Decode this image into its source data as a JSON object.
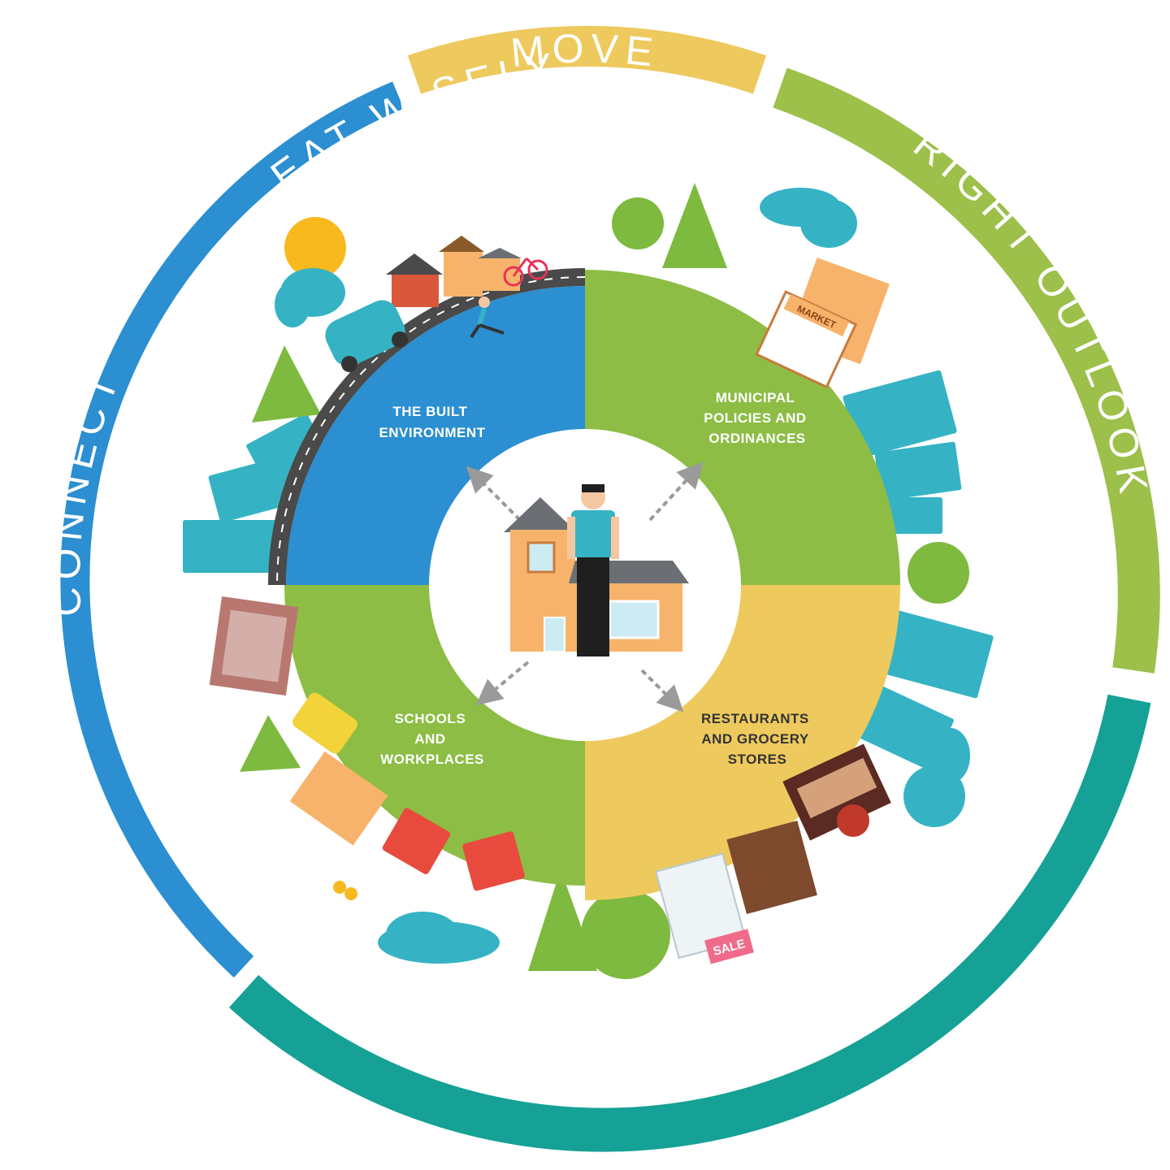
{
  "outer_ring": {
    "move": {
      "label": "MOVE",
      "color": "#eec95d"
    },
    "right_outlook": {
      "label": "RIGHT OUTLOOK",
      "color": "#9cc04a"
    },
    "eat_wisely": {
      "label": "EAT WISELY",
      "color": "#15a196"
    },
    "connect": {
      "label": "CONNECT",
      "color": "#2b8fd1"
    }
  },
  "quadrants": {
    "built_environment": {
      "lines": [
        "THE BUILT",
        "ENVIRONMENT"
      ],
      "color": "#2b8fd1",
      "text_color": "#ffffff"
    },
    "municipal_policies": {
      "lines": [
        "MUNICIPAL",
        "POLICIES AND",
        "ORDINANCES"
      ],
      "color": "#8dbd45",
      "text_color": "#ffffff"
    },
    "schools_workplaces": {
      "lines": [
        "SCHOOLS",
        "AND",
        "WORKPLACES"
      ],
      "color": "#8dbd45",
      "text_color": "#ffffff"
    },
    "restaurants_grocery": {
      "lines": [
        "RESTAURANTS",
        "AND GROCERY",
        "STORES"
      ],
      "color": "#eec95d",
      "text_color": "#333333"
    }
  },
  "signs": {
    "market": "MARKET",
    "sale": "SALE"
  },
  "icons": [
    "sun-icon",
    "cloud-icon",
    "tree-icon",
    "apartment-building-icon",
    "house-icon",
    "car-icon",
    "road-icon",
    "cyclist-icon",
    "runner-icon",
    "market-building-icon",
    "school-building-icon",
    "restaurant-icon",
    "person-icon",
    "arrow-icon",
    "butterfly-icon",
    "sale-sign-icon"
  ]
}
